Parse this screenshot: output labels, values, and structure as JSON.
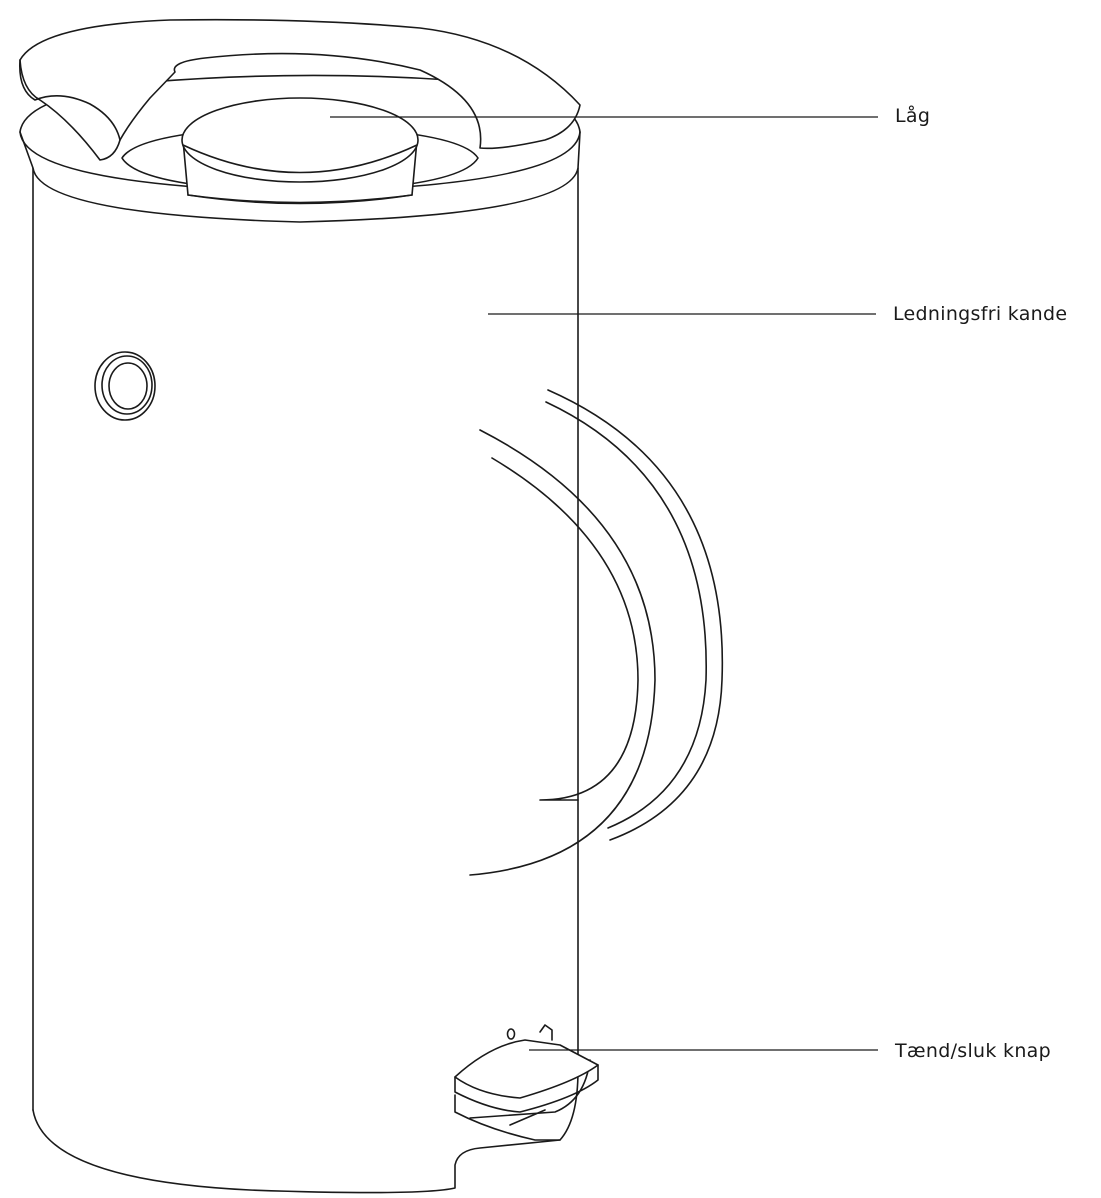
{
  "labels": {
    "lid": "Låg",
    "jug": "Ledningsfri kande",
    "switch": "Tænd/sluk knap"
  }
}
